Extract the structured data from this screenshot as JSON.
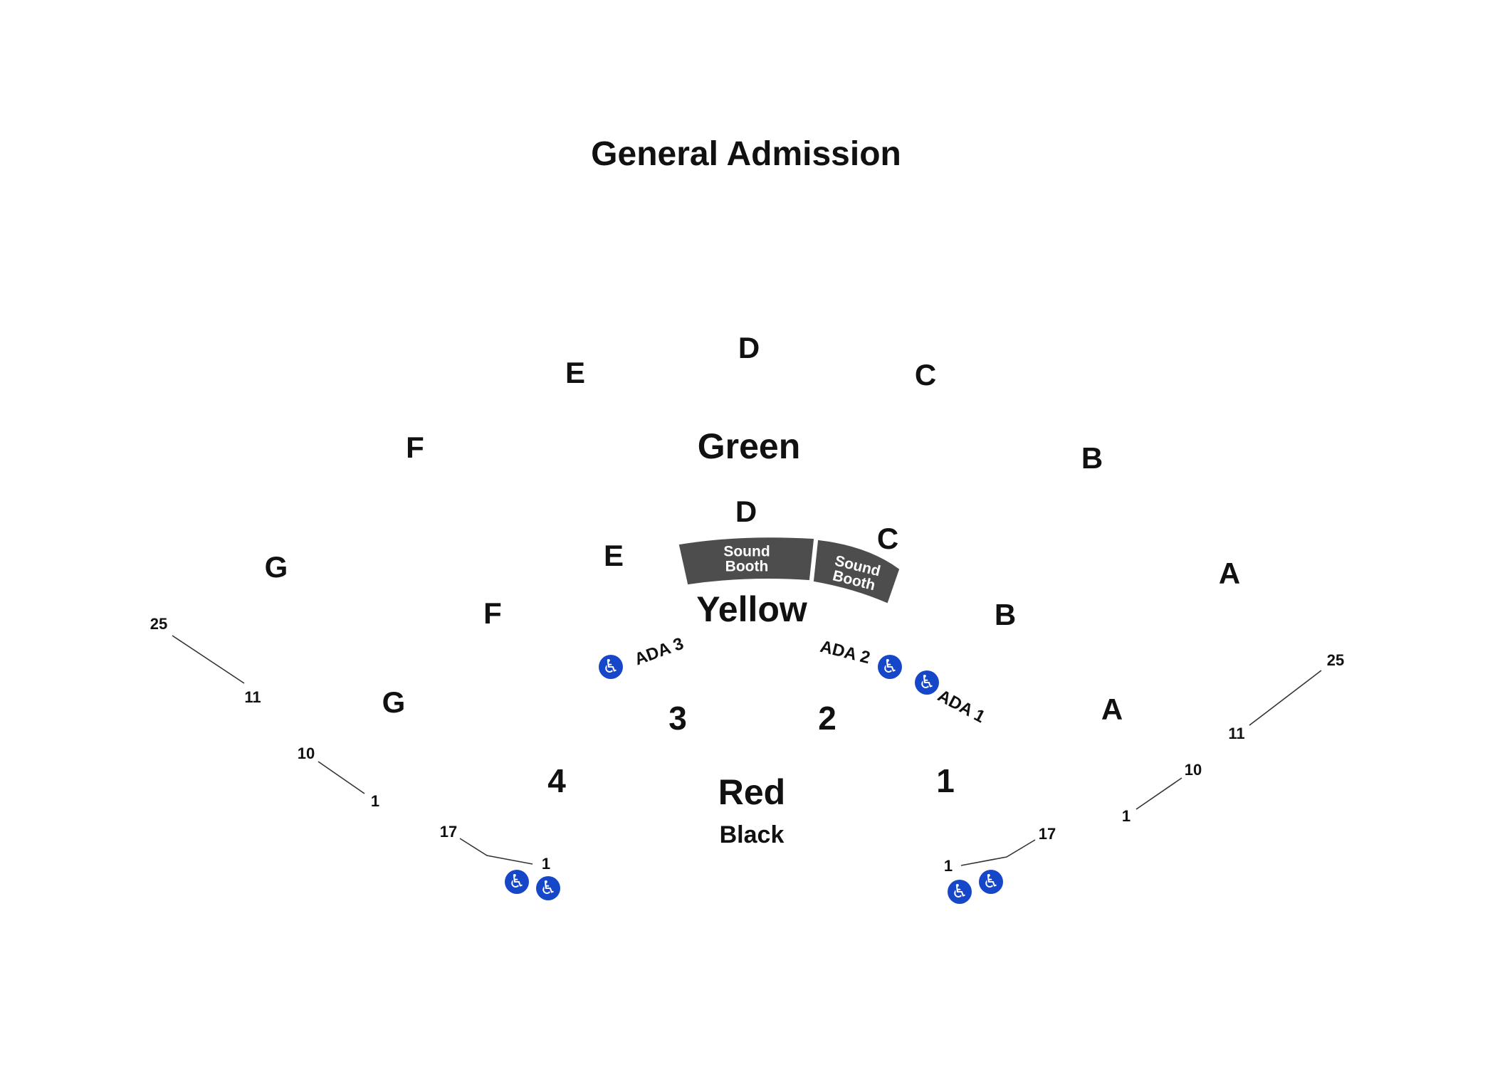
{
  "title": "General Admission",
  "zones": {
    "green": "Green",
    "yellow": "Yellow",
    "red": "Red",
    "black": "Black"
  },
  "sections": {
    "green": [
      "A",
      "B",
      "C",
      "D",
      "E",
      "F",
      "G"
    ],
    "yellow": [
      "A",
      "B",
      "C",
      "D",
      "E",
      "F",
      "G"
    ],
    "red": [
      "1",
      "2",
      "3",
      "4"
    ]
  },
  "sound_booth": [
    "Sound\nBooth",
    "Sound\nBooth"
  ],
  "ada": [
    "ADA 1",
    "ADA 2",
    "ADA 3"
  ],
  "row_markers": {
    "left": [
      "25",
      "11",
      "10",
      "1",
      "17",
      "1"
    ],
    "right": [
      "25",
      "11",
      "10",
      "1",
      "17",
      "1"
    ]
  },
  "colors": {
    "text": "#111111",
    "sound_booth": "#4d4d4d",
    "accessible_icon": "#1747c9",
    "row_line": "#333333"
  },
  "icons": [
    "wheelchair-icon"
  ]
}
